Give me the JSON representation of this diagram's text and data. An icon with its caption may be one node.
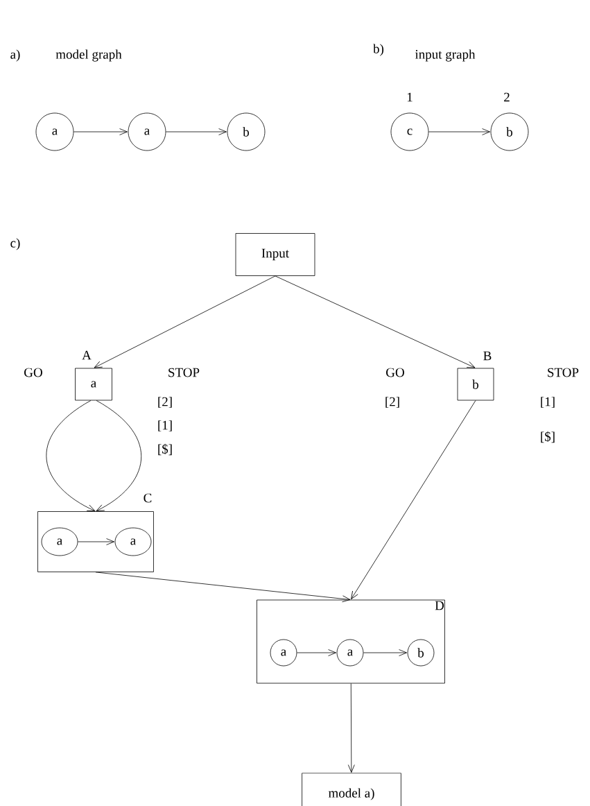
{
  "diagram": {
    "nodes": [
      {
        "text": [
          "a"
        ]
      },
      {
        "text": [
          "a"
        ]
      },
      {
        "text": [
          "b"
        ]
      },
      {
        "text": [
          "c"
        ],
        "beside": [
          "1"
        ]
      },
      {
        "text": [
          "b"
        ],
        "beside": [
          "2"
        ]
      },
      {
        "text": [
          "Input"
        ]
      },
      {
        "text": [
          "a"
        ],
        "beside": [
          "A"
        ]
      },
      {
        "text": [
          "b"
        ],
        "beside": [
          "B"
        ]
      },
      {
        "text": [],
        "shape": "box",
        "beside": [
          "C"
        ]
      },
      {
        "text": [
          "a"
        ],
        "in": 8
      },
      {
        "text": [
          "a"
        ],
        "in": 8
      },
      {
        "text": [],
        "shape": "box",
        "beside": [
          "D"
        ]
      },
      {
        "text": [
          "a"
        ],
        "in": 11
      },
      {
        "text": [
          "a"
        ],
        "in": 11
      },
      {
        "text": [
          "b"
        ],
        "in": 11
      },
      {
        "text": [
          "model a)"
        ]
      }
    ],
    "edges": [
      {
        "from": 0,
        "to": 1,
        "arrow": "to"
      },
      {
        "from": 1,
        "to": 2,
        "arrow": "to"
      },
      {
        "from": 3,
        "to": 4,
        "arrow": "to"
      },
      {
        "from": 5,
        "to": 6,
        "arrow": "to"
      },
      {
        "from": 5,
        "to": 7,
        "arrow": "to"
      },
      {
        "from": 6,
        "to": 8,
        "arrow": "to"
      },
      {
        "from": 6,
        "to": 8,
        "arrow": "to"
      },
      {
        "from": 9,
        "to": 10,
        "arrow": "to"
      },
      {
        "from": 8,
        "to": 11,
        "arrow": "to"
      },
      {
        "from": 7,
        "to": 11,
        "arrow": "to"
      },
      {
        "from": 12,
        "to": 13,
        "arrow": "to"
      },
      {
        "from": 13,
        "to": 14,
        "arrow": "to"
      },
      {
        "from": 11,
        "to": 15,
        "arrow": "to"
      }
    ],
    "labels": [
      "a)",
      "model graph",
      "b)",
      "input graph",
      "c)",
      "GO",
      "STOP",
      "[2]",
      "[1]",
      "[$]",
      "GO",
      "[2]",
      "STOP",
      "[1]",
      "[$]"
    ]
  }
}
